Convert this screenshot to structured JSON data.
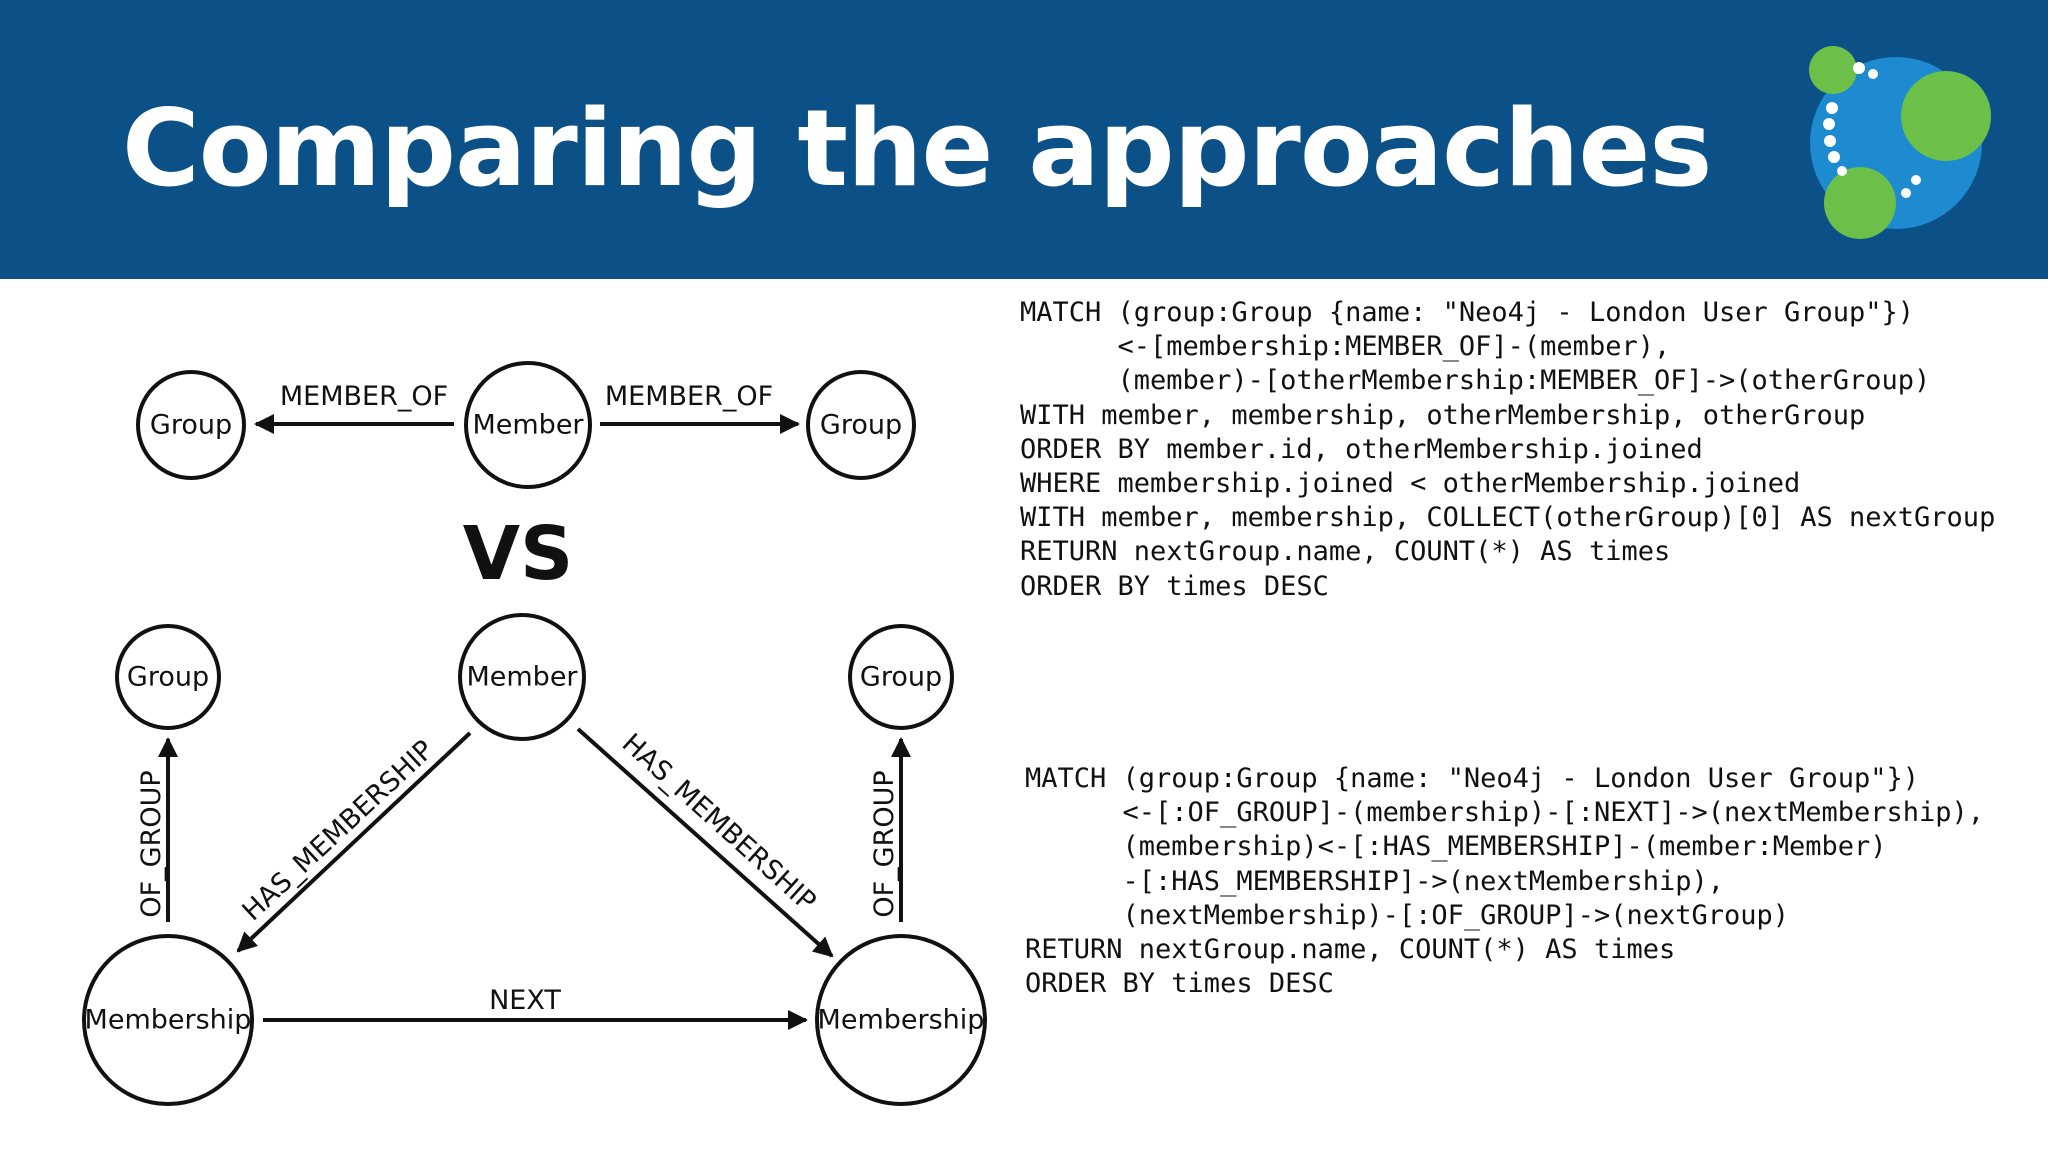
{
  "slide": {
    "title": "Comparing the approaches",
    "header_color": "#0b5086",
    "logo": "neo4j-logo-icon"
  },
  "diagram": {
    "top": {
      "nodes": [
        "Group",
        "Member",
        "Group"
      ],
      "edges": [
        "MEMBER_OF",
        "MEMBER_OF"
      ]
    },
    "vs_label": "VS",
    "bottom": {
      "nodes": [
        "Group",
        "Member",
        "Group",
        "Membership",
        "Membership"
      ],
      "edges": [
        "OF_GROUP",
        "HAS_MEMBERSHIP",
        "HAS_MEMBERSHIP",
        "OF_GROUP",
        "NEXT"
      ]
    }
  },
  "queries": [
    {
      "lines": [
        "MATCH (group:Group {name: \"Neo4j - London User Group\"})",
        "      <-[membership:MEMBER_OF]-(member),",
        "      (member)-[otherMembership:MEMBER_OF]->(otherGroup)",
        "WITH member, membership, otherMembership, otherGroup",
        "ORDER BY member.id, otherMembership.joined",
        "WHERE membership.joined < otherMembership.joined",
        "WITH member, membership, COLLECT(otherGroup)[0] AS nextGroup",
        "RETURN nextGroup.name, COUNT(*) AS times",
        "ORDER BY times DESC"
      ]
    },
    {
      "lines": [
        "MATCH (group:Group {name: \"Neo4j - London User Group\"})",
        "      <-[:OF_GROUP]-(membership)-[:NEXT]->(nextMembership),",
        "      (membership)<-[:HAS_MEMBERSHIP]-(member:Member)",
        "      -[:HAS_MEMBERSHIP]->(nextMembership),",
        "      (nextMembership)-[:OF_GROUP]->(nextGroup)",
        "RETURN nextGroup.name, COUNT(*) AS times",
        "ORDER BY times DESC"
      ]
    }
  ]
}
